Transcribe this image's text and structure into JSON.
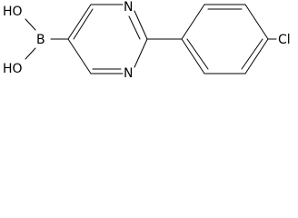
{
  "molecule": {
    "atoms": {
      "ho_top": "HO",
      "ho_bottom": "HO",
      "boron": "B",
      "n_top": "N",
      "n_bottom": "N",
      "chlorine": "Cl"
    }
  }
}
